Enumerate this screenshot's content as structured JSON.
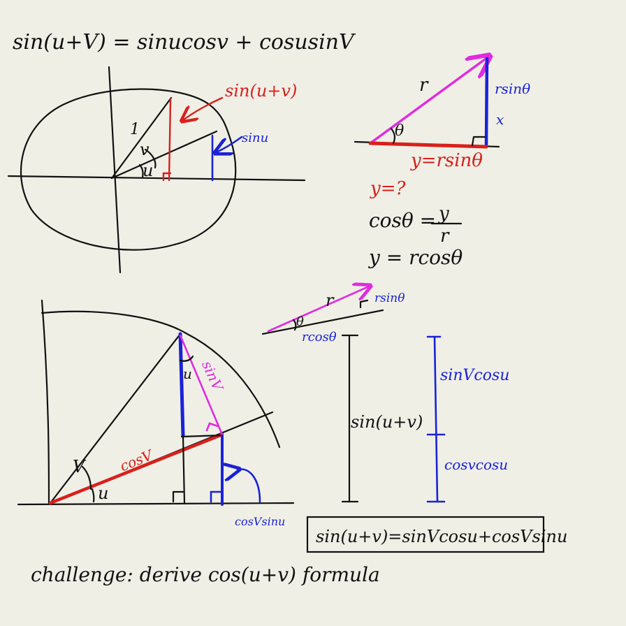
{
  "colors": {
    "ink": "#111111",
    "red": "#d8201c",
    "blue": "#1a22d6",
    "magenta": "#e02be0",
    "paper": "#efefe6"
  },
  "title_formula": "sin(u+V) = sinucosv + cosusinV",
  "circle_diagram": {
    "label_one": "1",
    "label_v": "v",
    "label_u": "u",
    "label_sin_uv": "sin(u+v)",
    "label_sinu": "sinu"
  },
  "right_triangle": {
    "label_r": "r",
    "label_theta": "θ",
    "label_rsin": "rsinθ",
    "label_x": "x",
    "label_y_eq": "y=rsinθ"
  },
  "notes": {
    "line1": "y=?",
    "line2_left": "cosθ =",
    "line2_num": "y",
    "line2_den": "r",
    "line3": "y = rcosθ"
  },
  "small_triangle": {
    "label_r": "r",
    "label_theta": "θ",
    "label_rsin": "rsinθ",
    "label_rcos": "rcosθ"
  },
  "big_diagram": {
    "label_u_top": "u",
    "label_sinv": "sinV",
    "label_cosv": "cosV",
    "label_v": "V",
    "label_u_bottom": "u",
    "label_cosvsinu": "cosVsinu"
  },
  "bars": {
    "label_sin_uv": "sin(u+v)",
    "label_sinvcosu": "sinVcosu",
    "label_cosvcosu": "cosvcosu"
  },
  "boxed_formula": "sin(u+v)=sinVcosu+cosVsinu",
  "challenge": "challenge: derive cos(u+v) formula"
}
